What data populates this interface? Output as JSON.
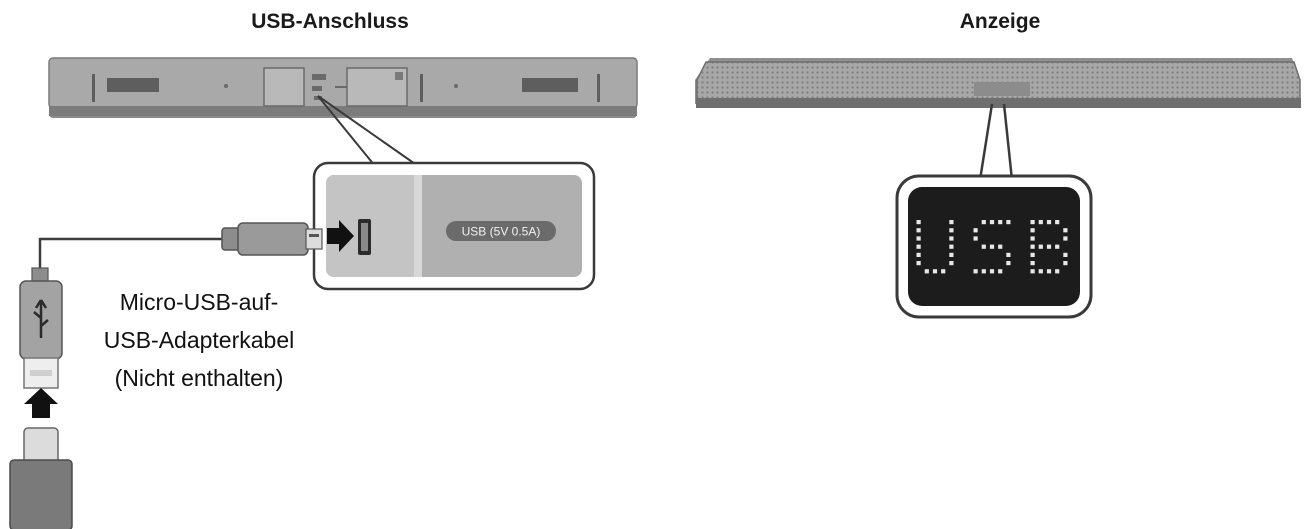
{
  "left_panel": {
    "title": "USB-Anschluss",
    "port_label": "USB (5V 0.5A)",
    "cable_caption": {
      "line1": "Micro-USB-auf-",
      "line2": "USB-Adapterkabel",
      "line3": "(Nicht enthalten)"
    }
  },
  "right_panel": {
    "title": "Anzeige",
    "display_text": "USB"
  },
  "colors": {
    "device_gray": "#9e9e9e",
    "device_dark": "#6e6e6e",
    "callout_border": "#3a3a3a",
    "display_bg": "#1c1c1c",
    "arrow": "#111111"
  }
}
